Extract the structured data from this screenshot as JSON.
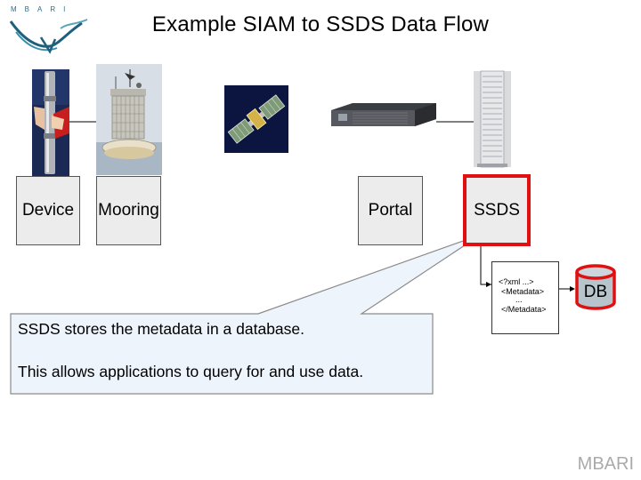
{
  "title": "Example SIAM to SSDS Data Flow",
  "logo_text": "MBARI",
  "nodes": [
    {
      "id": "device",
      "label": "Device"
    },
    {
      "id": "mooring",
      "label": "Mooring"
    },
    {
      "id": "portal",
      "label": "Portal"
    },
    {
      "id": "ssds",
      "label": "SSDS",
      "highlight": "#e01010"
    }
  ],
  "xml_snippet": {
    "line1": "<?xml ...>",
    "line2": "<Metadata>",
    "line3": "...",
    "line4": "</Metadata>"
  },
  "database": {
    "label": "DB",
    "color": "#e01010"
  },
  "callout": {
    "line1": "SSDS stores the metadata in a database.",
    "line2": "This allows applications to query for and use data."
  },
  "footer": "MBARI",
  "images": [
    "device-instrument-photo",
    "mooring-buoy-photo",
    "satellite-photo",
    "portal-server-photo",
    "ssds-server-rack-photo"
  ]
}
